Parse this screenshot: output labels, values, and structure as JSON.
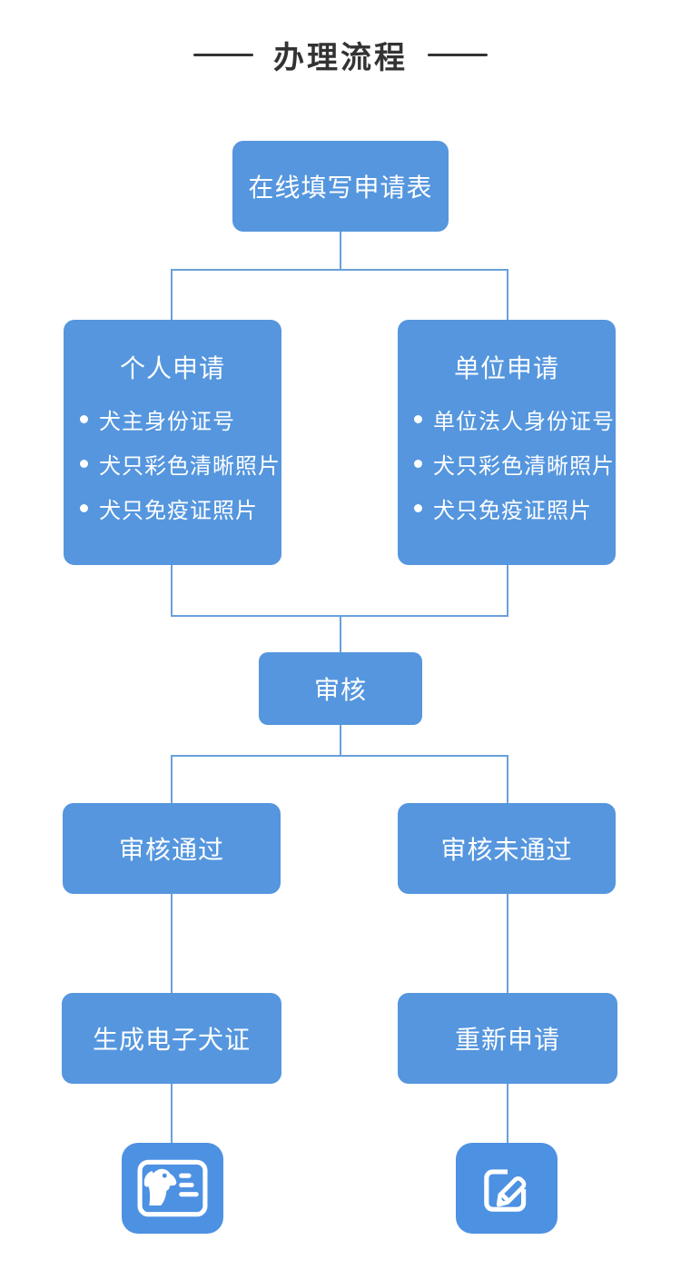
{
  "title": "办理流程",
  "flow": {
    "start": "在线填写申请表",
    "personal": {
      "title": "个人申请",
      "items": [
        "犬主身份证号",
        "犬只彩色清晰照片",
        "犬只免疫证照片"
      ]
    },
    "organization": {
      "title": "单位申请",
      "items": [
        "单位法人身份证号",
        "犬只彩色清晰照片",
        "犬只免疫证照片"
      ]
    },
    "review": "审核",
    "pass": "审核通过",
    "fail": "审核未通过",
    "pass_next": "生成电子犬证",
    "fail_next": "重新申请",
    "icons": {
      "left": "dog-license-card-icon",
      "right": "edit-pencil-icon"
    }
  },
  "colors": {
    "box": "#5596DE",
    "button": "#4D91E2",
    "line": "#69A0DC",
    "heading": "#333333",
    "box_text": "#FFFFFF",
    "background": "#FFFFFF"
  }
}
